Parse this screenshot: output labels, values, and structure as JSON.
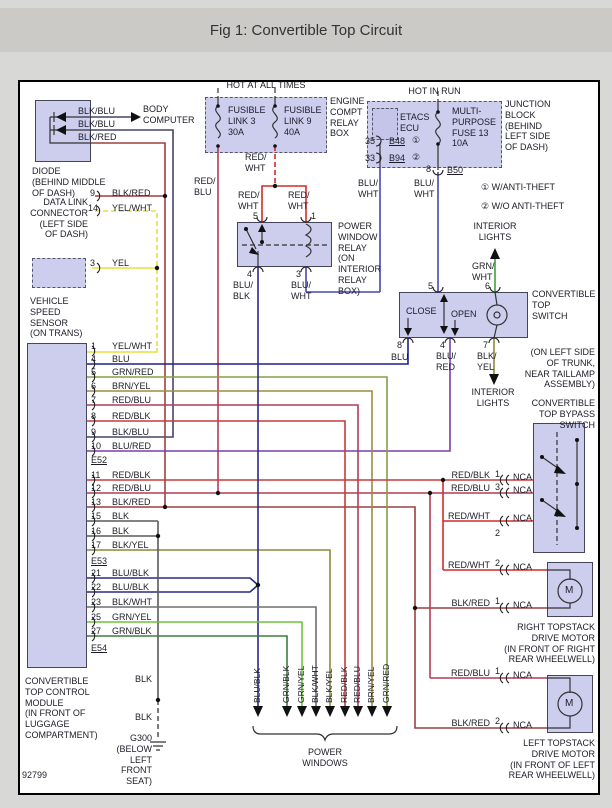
{
  "title": "Fig 1: Convertible Top Circuit",
  "footer_id": "92799",
  "colors": {
    "blk_blu": "#45456b",
    "blk_red": "#9c4040",
    "yel": "#e6df3d",
    "red_wht": "#d42a2a",
    "red_blu": "#b43b57",
    "blu_wht": "#4747b2",
    "blu": "#1f1f8f",
    "blu_red": "#7b3fa8",
    "grn_wht": "#3da23d",
    "blk_yel": "#8a8a3a",
    "grn_red": "#85a045",
    "brn_yel": "#a08c3c",
    "red_blk": "#c93a3a",
    "blu_blk": "#2a2a85",
    "blk": "#5a5a5a",
    "blk_wht": "#6e6e6e",
    "grn_yel": "#6ec43c",
    "grn_blk": "#3f7d3f"
  },
  "power": {
    "hot_all": "HOT AT ALL TIMES",
    "hot_run": "HOT IN RUN"
  },
  "engine": {
    "fl3": "FUSIBLE\nLINK 3\n30A",
    "fl9": "FUSIBLE\nLINK 9\n40A",
    "name": "ENGINE\nCOMPT\nRELAY\nBOX"
  },
  "junction": {
    "etacs": "ETACS\nECU",
    "fuse13": "MULTI-\nPURPOSE\nFUSE 13\n10A",
    "name": "JUNCTION\nBLOCK\n(BEHIND\nLEFT SIDE\nOF DASH)",
    "p35": "35",
    "p33": "33",
    "b48": "B48",
    "b94": "B94",
    "c1": "①",
    "c2": "②",
    "p8": "8",
    "b50": "B50",
    "note1": "①  W/ANTI-THEFT",
    "note2": "②  W/O ANTI-THEFT",
    "bluwht_etacs": "BLU/\nWHT",
    "bluwht_b50": "BLU/\nWHT"
  },
  "topleft": {
    "body_computer": "BODY\nCOMPUTER",
    "diode": "DIODE\n(BEHIND MIDDLE\nOF DASH)",
    "blkblu1": "BLK/BLU",
    "blkblu2": "BLK/BLU",
    "blkred": "BLK/RED",
    "dlc": "DATA LINK\nCONNECTOR\n(LEFT SIDE\nOF DASH)",
    "dlc9": "9",
    "dlc9w": "BLK/RED",
    "dlc14": "14",
    "dlc14w": "YEL/WHT",
    "vss": "VEHICLE\nSPEED\nSENSOR\n(ON TRANS)",
    "vss3": "3",
    "vss3w": "YEL"
  },
  "feeds": {
    "redblu": "RED/\nBLU",
    "redwht_dash": "RED/\nWHT",
    "redwht5": "RED/\nWHT",
    "redwht1": "RED/\nWHT"
  },
  "relay": {
    "name": "POWER\nWINDOW\nRELAY\n(ON\nINTERIOR\nRELAY\nBOX)",
    "p5": "5",
    "p1": "1",
    "p4": "4",
    "p3": "3",
    "w4": "BLU/\nBLK",
    "w3": "BLU/\nWHT"
  },
  "cswitch": {
    "name": "CONVERTIBLE\nTOP\nSWITCH",
    "close": "CLOSE",
    "open": "OPEN",
    "p5": "5",
    "p6": "6",
    "p8": "8",
    "p4": "4",
    "p7": "7",
    "w8": "BLU",
    "w4": "BLU/\nRED",
    "w7": "BLK/\nYEL",
    "grnwht": "GRN/\nWHT",
    "int_top": "INTERIOR\nLIGHTS",
    "int_bot": "INTERIOR\nLIGHTS",
    "loc": "(ON LEFT SIDE\nOF TRUNK,\nNEAR TAILLAMP\nASSEMBLY)",
    "bypass_name": "CONVERTIBLE\nTOP BYPASS\nSWITCH"
  },
  "module": {
    "name": "CONVERTIBLE\nTOP CONTROL\nMODULE\n(IN FRONT OF\nLUGGAGE\nCOMPARTMENT)",
    "e52": "E52",
    "e53": "E53",
    "e54": "E54",
    "blk1": "BLK",
    "blk2": "BLK",
    "g300": "G300\n(BELOW\nLEFT\nFRONT\nSEAT)",
    "pins": [
      {
        "num": "1",
        "wire": "YEL/WHT"
      },
      {
        "num": "4",
        "wire": "BLU"
      },
      {
        "num": "5",
        "wire": "GRN/RED"
      },
      {
        "num": "6",
        "wire": "BRN/YEL"
      },
      {
        "num": "7",
        "wire": "RED/BLU"
      },
      {
        "num": "8",
        "wire": "RED/BLK"
      },
      {
        "num": "9",
        "wire": "BLK/BLU"
      },
      {
        "num": "10",
        "wire": "BLU/RED"
      },
      {
        "num": "11",
        "wire": "RED/BLK"
      },
      {
        "num": "12",
        "wire": "RED/BLU"
      },
      {
        "num": "13",
        "wire": "BLK/RED"
      },
      {
        "num": "15",
        "wire": "BLK"
      },
      {
        "num": "16",
        "wire": "BLK"
      },
      {
        "num": "17",
        "wire": "BLK/YEL"
      },
      {
        "num": "21",
        "wire": "BLU/BLK"
      },
      {
        "num": "22",
        "wire": "BLU/BLK"
      },
      {
        "num": "23",
        "wire": "BLK/WHT"
      },
      {
        "num": "25",
        "wire": "GRN/YEL"
      },
      {
        "num": "27",
        "wire": "GRN/BLK"
      }
    ]
  },
  "bottom": {
    "wires": [
      "BLU/BLK",
      "GRN/BLK",
      "GRN/YEL",
      "BLK/WHT",
      "BLK/YEL",
      "RED/BLK",
      "RED/BLU",
      "BRN/YEL",
      "GRN/RED"
    ],
    "power_windows": "POWER\nWINDOWS"
  },
  "right": {
    "rows": [
      {
        "wire": "RED/BLK",
        "num": "1",
        "nca": "NCA"
      },
      {
        "wire": "RED/BLU",
        "num": "3",
        "nca": "NCA"
      },
      {
        "wire": "RED/WHT",
        "num": "2",
        "nca": "NCA"
      },
      {
        "wire": "RED/WHT",
        "num": "2",
        "nca": "NCA"
      },
      {
        "wire": "BLK/RED",
        "num": "1",
        "nca": "NCA"
      },
      {
        "wire": "RED/BLU",
        "num": "1",
        "nca": "NCA"
      },
      {
        "wire": "BLK/RED",
        "num": "2",
        "nca": "NCA"
      }
    ],
    "rmotor": "RIGHT TOPSTACK\nDRIVE MOTOR\n(IN FRONT OF RIGHT\nREAR WHEELWELL)",
    "lmotor": "LEFT TOPSTACK\nDRIVE MOTOR\n(IN FRONT OF LEFT\nREAR WHEELWELL)",
    "m": "M"
  }
}
